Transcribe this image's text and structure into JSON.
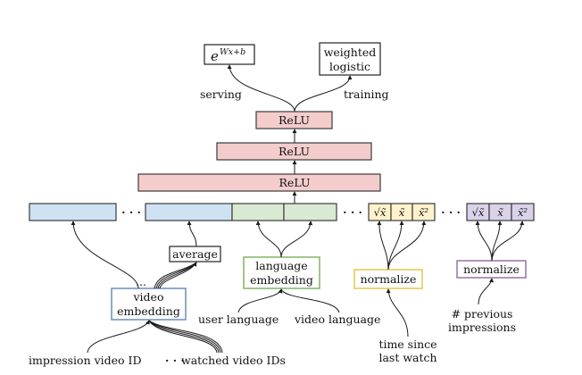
{
  "outputs": {
    "serving_box": "e^{Wx+b}",
    "serving_base": "e",
    "serving_exponent": "Wx+b",
    "training_box_line1": "weighted",
    "training_box_line2": "logistic",
    "serving_label": "serving",
    "training_label": "training"
  },
  "layers": [
    {
      "label": "ReLU"
    },
    {
      "label": "ReLU"
    },
    {
      "label": "ReLU"
    }
  ],
  "feature_row": {
    "ellipsis": "· · ·",
    "normalized_cells": [
      "√x̃",
      "x̃",
      "x̃²"
    ]
  },
  "nodes": {
    "average": "average",
    "language_embedding_line1": "language",
    "language_embedding_line2": "embedding",
    "normalize_time": "normalize",
    "normalize_impressions": "normalize",
    "video_embedding_line1": "video",
    "video_embedding_line2": "embedding",
    "embedding_ellipsis": "..."
  },
  "inputs": {
    "user_language": "user language",
    "video_language": "video language",
    "time_since_line1": "time since",
    "time_since_line2": "last watch",
    "prev_impressions_line1": "# previous",
    "prev_impressions_line2": "impressions",
    "impression_video_id": "impression video ID",
    "ids_ellipsis": "· · ·",
    "watched_video_ids": "watched video IDs"
  },
  "colors": {
    "relu_fill": "#f4cccc",
    "video_fill": "#cfe2f3",
    "language_fill": "#d9ead3",
    "time_fill": "#fff2cc",
    "impressions_fill": "#d9d2e9",
    "video_border": "#6c8ebf",
    "language_border": "#82b366",
    "time_border": "#e6c84a",
    "impressions_border": "#9673a6"
  }
}
